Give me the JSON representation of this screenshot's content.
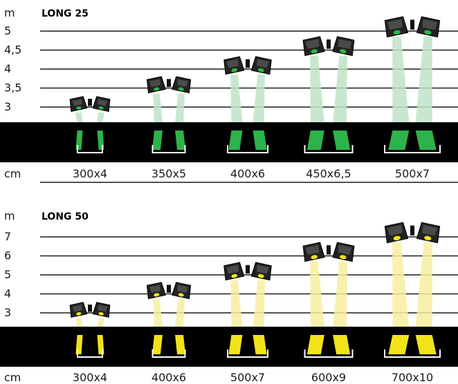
{
  "panels": [
    {
      "title": "LONG 25",
      "unit_height": "m",
      "unit_size": "cm",
      "height_ticks": [
        "3",
        "3,5",
        "4",
        "4,5",
        "5"
      ],
      "accent_color": "#2db34a",
      "beam_color": "#bfe3c6",
      "fixtures": [
        {
          "size": "300x4",
          "mount_height_m": 3.0
        },
        {
          "size": "350x5",
          "mount_height_m": 3.5
        },
        {
          "size": "400x6",
          "mount_height_m": 4.0
        },
        {
          "size": "450x6,5",
          "mount_height_m": 4.5
        },
        {
          "size": "500x7",
          "mount_height_m": 5.0
        }
      ]
    },
    {
      "title": "LONG 50",
      "unit_height": "m",
      "unit_size": "cm",
      "height_ticks": [
        "3",
        "4",
        "5",
        "6",
        "7"
      ],
      "accent_color": "#f2e21a",
      "beam_color": "#f7eea0",
      "fixtures": [
        {
          "size": "300x4",
          "mount_height_m": 3
        },
        {
          "size": "400x6",
          "mount_height_m": 4
        },
        {
          "size": "500x7",
          "mount_height_m": 5
        },
        {
          "size": "600x9",
          "mount_height_m": 6
        },
        {
          "size": "700x10",
          "mount_height_m": 7
        }
      ]
    }
  ]
}
